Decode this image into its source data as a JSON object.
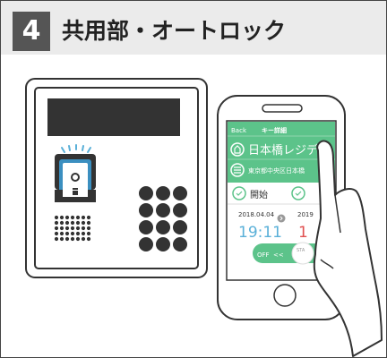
{
  "step": {
    "number": "4",
    "title": "共用部・オートロック"
  },
  "app": {
    "back": "Back",
    "header_title": "キー詳細",
    "property_name": "日本橋レジデン",
    "address": "東京都中央区日本橋",
    "start_label": "開始",
    "start_date": "2018.04.04",
    "end_date_partial": "2019",
    "time": "19:11",
    "time_partial": "1",
    "toggle_off": "OFF",
    "toggle_arrows": "<<",
    "toggle_right_partial": "STA",
    "accent_color": "#5cc38a"
  },
  "icons": [
    "building-icon",
    "list-icon",
    "clock-icon",
    "chevron-right-icon",
    "camera-lens-icon",
    "card-reader-icon",
    "speaker-grille-icon",
    "keypad-icon"
  ]
}
